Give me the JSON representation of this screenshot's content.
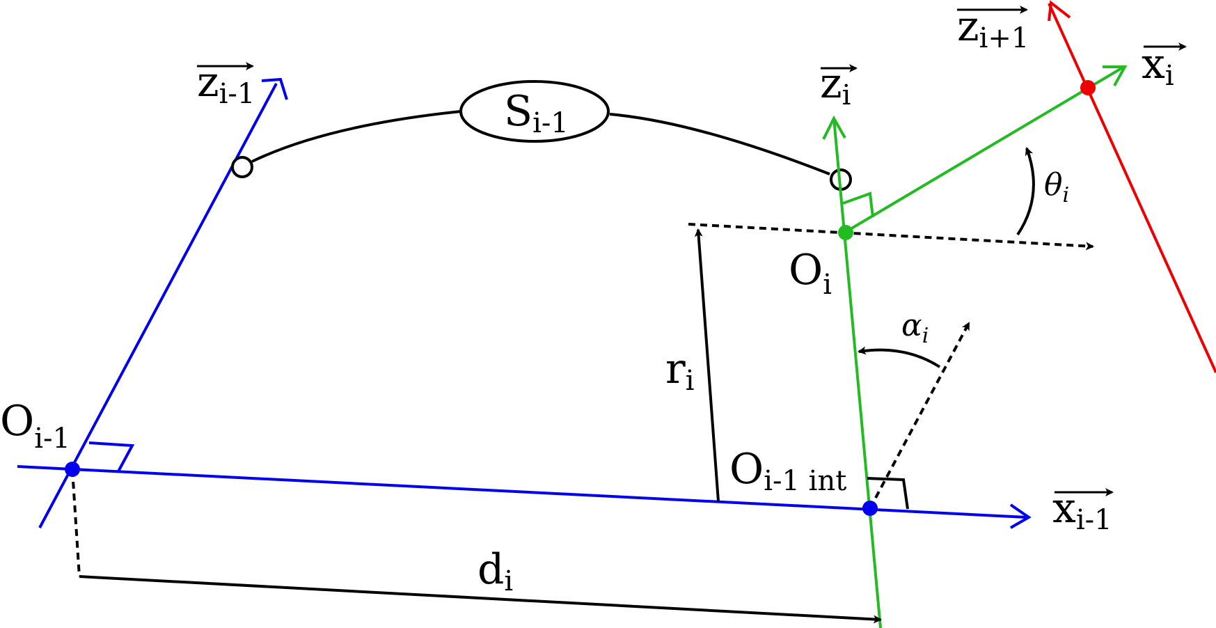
{
  "colors": {
    "blue": "#0000ee",
    "green": "#22bb22",
    "red": "#ee0000",
    "black": "#000000"
  },
  "labels": {
    "z_prev": {
      "base": "z",
      "sub": "i-1"
    },
    "z_i": {
      "base": "z",
      "sub": "i"
    },
    "z_next": {
      "base": "z",
      "sub": "i+1"
    },
    "x_i": {
      "base": "x",
      "sub": "i"
    },
    "x_prev": {
      "base": "x",
      "sub": "i-1"
    },
    "S_prev": {
      "base": "S",
      "sub": "i-1"
    },
    "O_prev": {
      "base": "O",
      "sub": "i-1"
    },
    "O_i": {
      "base": "O",
      "sub": "i"
    },
    "O_int": {
      "base": "O",
      "sub": "i-1 int"
    },
    "r_i": {
      "base": "r",
      "sub": "i"
    },
    "d_i": {
      "base": "d",
      "sub": "i"
    },
    "theta_i": {
      "base": "θ",
      "sub": "i"
    },
    "alpha_i": {
      "base": "α",
      "sub": "i"
    }
  }
}
